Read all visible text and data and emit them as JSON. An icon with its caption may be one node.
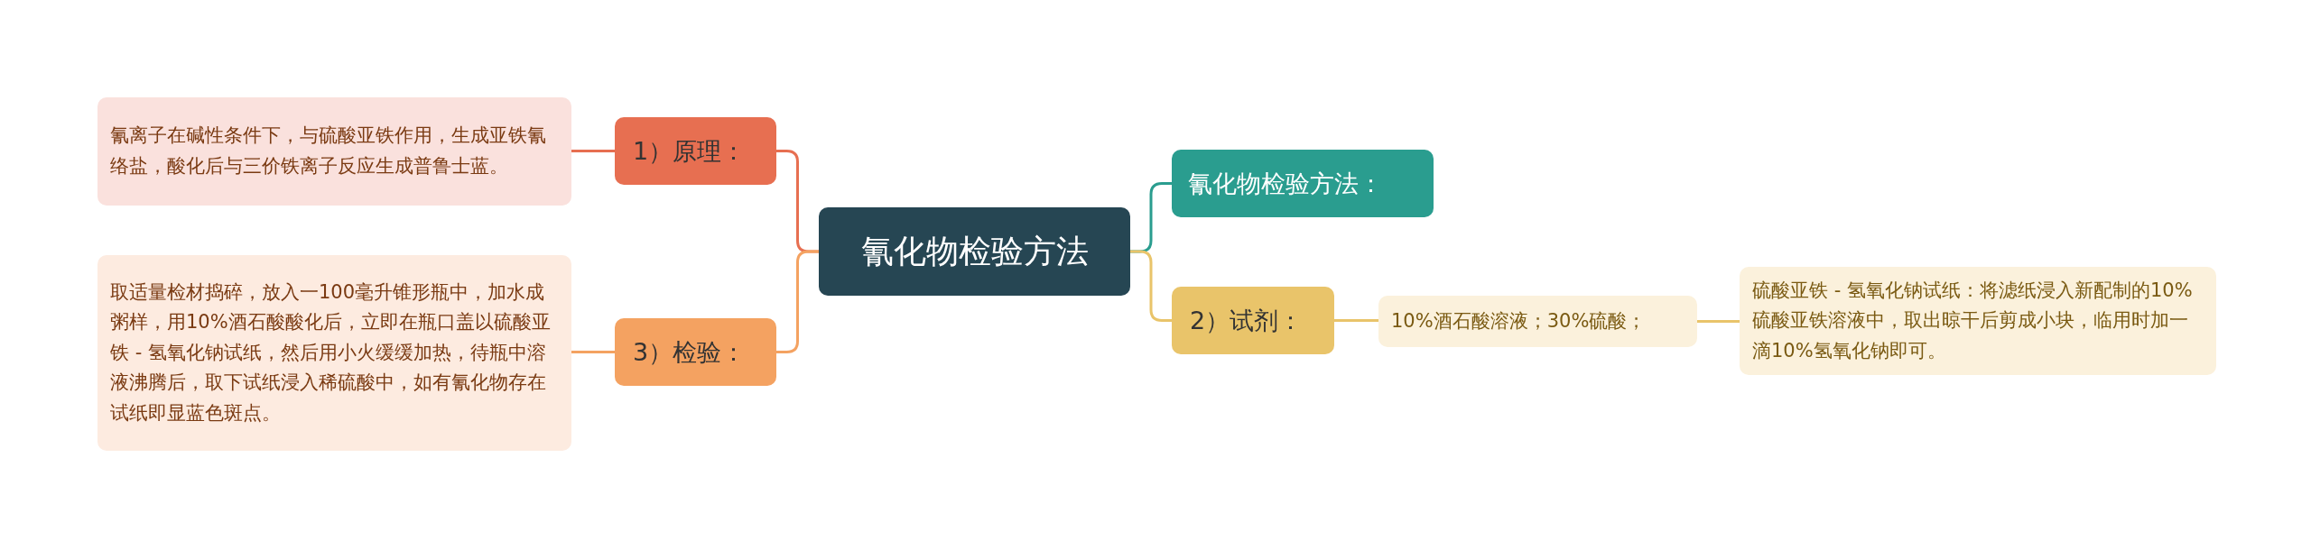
{
  "diagram": {
    "nodes": [
      {
        "text": [
          "氰化物检验方法"
        ]
      },
      {
        "text": [
          "1）原理："
        ]
      },
      {
        "text": [
          "氰离子在碱性条件下，与硫酸亚铁作用，生成亚铁氰络盐，酸化后与三价铁离子反应生成普鲁士蓝。"
        ]
      },
      {
        "text": [
          "3）检验："
        ]
      },
      {
        "text": [
          "取适量检材捣碎，放入一100毫升锥形瓶中，加水成粥样，用10%酒石酸酸化后，立即在瓶口盖以硫酸亚铁 - 氢氧化钠试纸，然后用小火缓缓加热，待瓶中溶液沸腾后，取下试纸浸入稀硫酸中，如有氰化物存在试纸即显蓝色斑点。"
        ]
      },
      {
        "text": [
          "氰化物检验方法："
        ]
      },
      {
        "text": [
          "2）试剂："
        ]
      },
      {
        "text": [
          "10%酒石酸溶液；30%硫酸；"
        ]
      },
      {
        "text": [
          "硫酸亚铁 - 氢氧化钠试纸：将滤纸浸入新配制的10%硫酸亚铁溶液中，取出晾干后剪成小块，临用时加一滴10%氢氧化钠即可。"
        ]
      }
    ],
    "edges": [
      {
        "from": 0,
        "to": 1,
        "arrow": "none",
        "color": "#e76f51"
      },
      {
        "from": 1,
        "to": 2,
        "arrow": "none",
        "color": "#e76f51"
      },
      {
        "from": 0,
        "to": 3,
        "arrow": "none",
        "color": "#f4a261"
      },
      {
        "from": 3,
        "to": 4,
        "arrow": "none",
        "color": "#f4a261"
      },
      {
        "from": 0,
        "to": 5,
        "arrow": "none",
        "color": "#2a9d8f"
      },
      {
        "from": 0,
        "to": 6,
        "arrow": "none",
        "color": "#e9c46a"
      },
      {
        "from": 6,
        "to": 7,
        "arrow": "none",
        "color": "#e9c46a"
      },
      {
        "from": 7,
        "to": 8,
        "arrow": "none",
        "color": "#e9c46a"
      }
    ]
  }
}
